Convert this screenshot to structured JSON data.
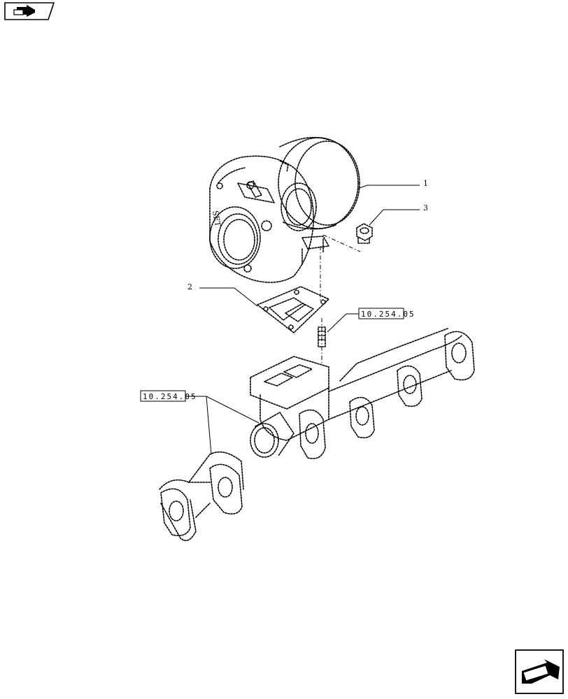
{
  "callouts": [
    {
      "number": "1"
    },
    {
      "number": "2"
    },
    {
      "number": "3"
    }
  ],
  "references": [
    {
      "code": "10.254.05"
    },
    {
      "code": "10.254.05"
    }
  ],
  "icons": {
    "top_left": "previous-page-arrow-icon",
    "bottom_right": "next-page-arrow-icon"
  }
}
